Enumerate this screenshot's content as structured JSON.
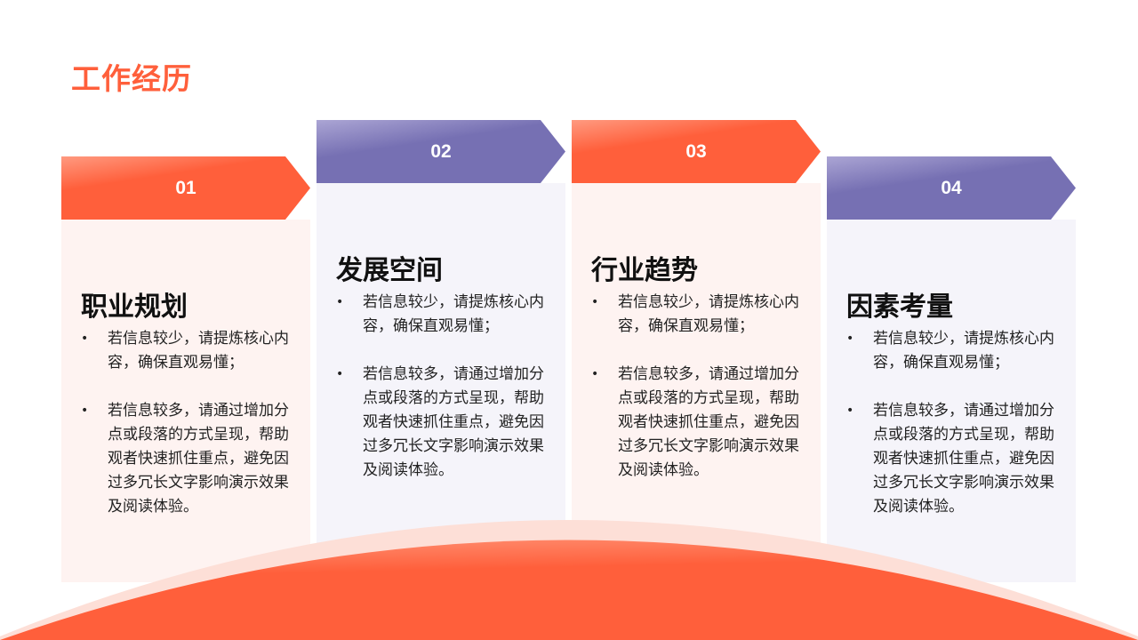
{
  "page_title": "工作经历",
  "colors": {
    "orange": "#FF5F3B",
    "purple": "#7670B3",
    "orange_bg": "#FEF3F1",
    "purple_bg": "#F5F4FA"
  },
  "cards": [
    {
      "number": "01",
      "title": "职业规划",
      "bullets": [
        "若信息较少，请提炼核心内容，确保直观易懂；",
        "若信息较多，请通过增加分点或段落的方式呈现，帮助观者快速抓住重点，避免因过多冗长文字影响演示效果及阅读体验。"
      ]
    },
    {
      "number": "02",
      "title": "发展空间",
      "bullets": [
        "若信息较少，请提炼核心内容，确保直观易懂；",
        "若信息较多，请通过增加分点或段落的方式呈现，帮助观者快速抓住重点，避免因过多冗长文字影响演示效果及阅读体验。"
      ]
    },
    {
      "number": "03",
      "title": "行业趋势",
      "bullets": [
        "若信息较少，请提炼核心内容，确保直观易懂；",
        "若信息较多，请通过增加分点或段落的方式呈现，帮助观者快速抓住重点，避免因过多冗长文字影响演示效果及阅读体验。"
      ]
    },
    {
      "number": "04",
      "title": "因素考量",
      "bullets": [
        "若信息较少，请提炼核心内容，确保直观易懂；",
        "若信息较多，请通过增加分点或段落的方式呈现，帮助观者快速抓住重点，避免因过多冗长文字影响演示效果及阅读体验。"
      ]
    }
  ]
}
